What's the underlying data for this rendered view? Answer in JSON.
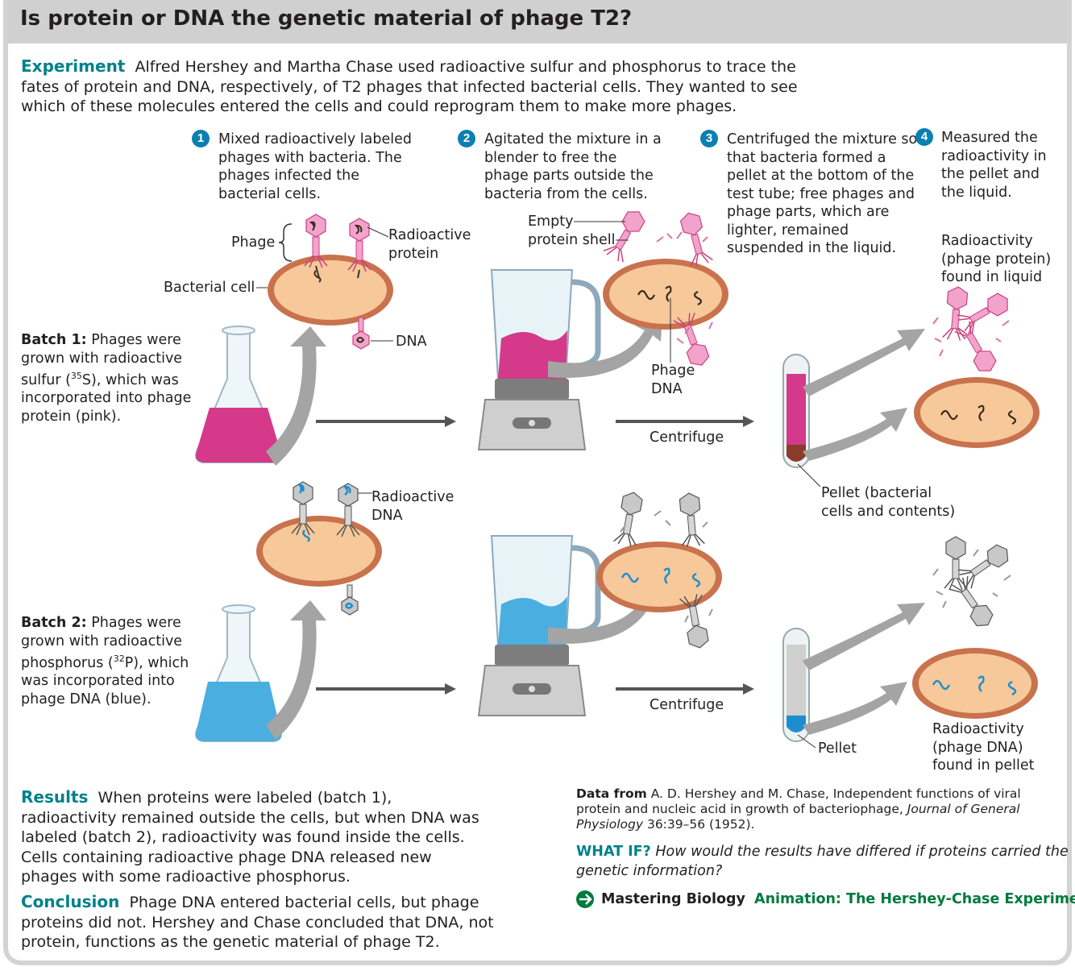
{
  "title": "Is protein or DNA the genetic material of phage T2?",
  "experiment": {
    "heading": "Experiment",
    "text": "Alfred Hershey and Martha Chase used radioactive sulfur and phosphorus to trace the fates of protein and DNA, respectively, of T2 phages that infected bacterial cells. They wanted to see which of these molecules entered the cells and could reprogram them to make more phages."
  },
  "steps": [
    {
      "number": "1",
      "text": "Mixed radioactively labeled phages with bacteria. The phages infected the bacterial cells."
    },
    {
      "number": "2",
      "text": "Agitated the mixture in a blender to free the phage parts outside the bacteria from the cells."
    },
    {
      "number": "3",
      "text": "Centrifuged the mixture so that bacteria formed a pellet at the bottom of the test tube; free phages and phage parts, which are lighter, remained suspended in the liquid."
    },
    {
      "number": "4",
      "text": "Measured the radioactivity in the pellet and the liquid."
    }
  ],
  "labels": {
    "phage": "Phage",
    "radioactive_protein": "Radioactive protein",
    "bacterial_cell": "Bacterial cell",
    "dna": "DNA",
    "empty_protein_shell": "Empty protein shell",
    "phage_dna": "Phage DNA",
    "centrifuge_1": "Centrifuge",
    "centrifuge_2": "Centrifuge",
    "radioactivity_liquid": "Radioactivity (phage protein) found in liquid",
    "pellet_bacterial": "Pellet (bacterial cells and contents)",
    "radioactive_dna": "Radioactive DNA",
    "pellet": "Pellet",
    "radioactivity_pellet": "Radioactivity (phage DNA) found in pellet"
  },
  "batch1": {
    "label": "Batch 1:",
    "text": "Phages were grown with radioactive sulfur (",
    "isotope_mass": "35",
    "isotope_symbol": "S",
    "text_end": "), which was incorporated into phage protein (pink)."
  },
  "batch2": {
    "label": "Batch 2:",
    "text": "Phages were grown with radioactive phosphorus (",
    "isotope_mass": "32",
    "isotope_symbol": "P",
    "text_end": "), which was incorporated into phage DNA (blue)."
  },
  "results": {
    "heading": "Results",
    "text": "When proteins were labeled (batch 1), radioactivity remained outside the cells, but when DNA was labeled (batch 2), radioactivity was found inside the cells. Cells containing radioactive phage DNA released new phages with some radioactive phosphorus."
  },
  "conclusion": {
    "heading": "Conclusion",
    "text": "Phage DNA entered bacterial cells, but phage proteins did not. Hershey and Chase concluded that DNA, not protein, functions as the genetic material of phage T2."
  },
  "data_from": {
    "label": "Data from",
    "text": "A. D. Hershey and M. Chase, Independent functions of viral protein and nucleic acid in growth of bacteriophage,",
    "journal": "Journal of General Physiology",
    "citation": "36:39–56 (1952)."
  },
  "what_if": {
    "label": "WHAT IF?",
    "text": "How would the results have differed if proteins carried the genetic information?"
  },
  "mastering": {
    "label": "Mastering Biology",
    "link": "Animation: The Hershey-Chase Experiment"
  },
  "colors": {
    "teal": "#00818a",
    "pink_liquid": "#d4398a",
    "blue_liquid": "#4aaee0",
    "cell_fill": "#f6c89a",
    "cell_outer": "#c9724e",
    "arrow_gray": "#a4a4a4",
    "step_badge": "#0b7fb0"
  }
}
